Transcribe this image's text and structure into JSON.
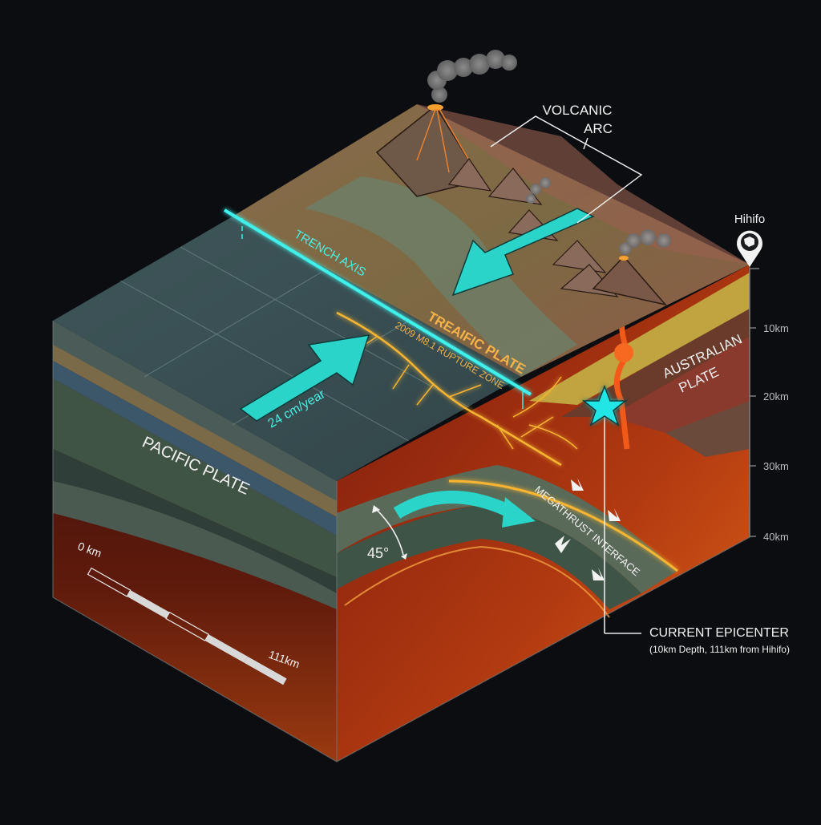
{
  "diagram": {
    "type": "isometric-block-diagram",
    "subject": "Subduction zone cross-section",
    "colors": {
      "background": "#0b0d10",
      "accent_cyan": "#2ad4c8",
      "trench_line": "#3ff0ea",
      "rupture_glow": "#f7b533",
      "mantle_red": "#7a1a0e",
      "mantle_orange": "#e0641a",
      "epicenter_star": "#24e6e6"
    },
    "labels": {
      "volcanic_arc_line1": "VOLCANIC",
      "volcanic_arc_line2": "ARC",
      "trench_axis": "TRENCH AXIS",
      "plate_name_on_surface": "TREAIFIC PLATE",
      "rupture_zone": "2009 M8.1 RUPTURE ZONE",
      "convergence_rate": "24 cm/year",
      "pacific_plate": "PACIFIC PLATE",
      "australian_plate_line1": "AUSTRALIAN",
      "australian_plate_line2": "PLATE",
      "megathrust": "MEGATHRUST INTERFACE",
      "dip_angle": "45°",
      "epicenter_title": "CURRENT EPICENTER",
      "epicenter_detail": "(10km Depth, 111km from Hihifo)"
    },
    "location_marker": {
      "name": "Hihifo",
      "icon": "map-pin-australia-icon"
    },
    "depth_scale": {
      "ticks": [
        "10km",
        "20km",
        "30km",
        "40km"
      ]
    },
    "distance_scale": {
      "start_label": "0 km",
      "end_label": "111km",
      "segments": 5
    },
    "icons": {
      "epicenter": "star-icon",
      "plate_motion_arrows": "arrow-icon",
      "volcano": "volcano-icon",
      "smoke": "smoke-plume-icon"
    }
  }
}
